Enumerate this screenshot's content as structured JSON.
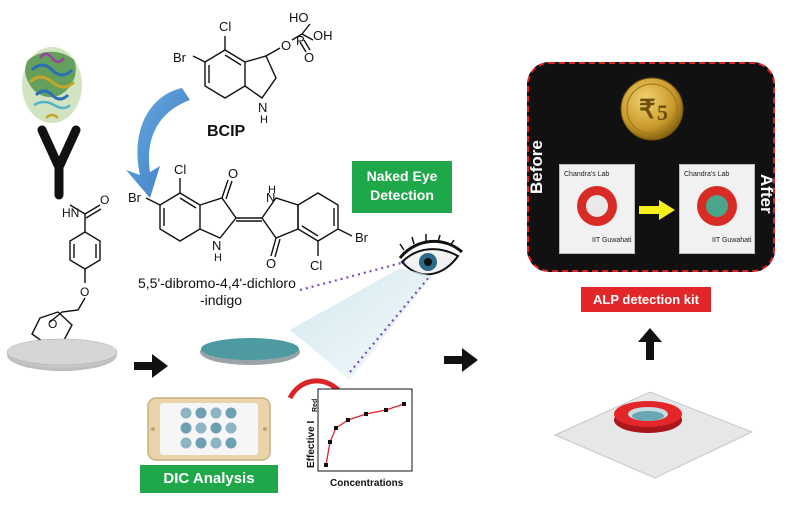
{
  "chem": {
    "bcip_name": "BCIP",
    "product_line1": "5,5'-dibromo-4,4'-dichloro",
    "product_line2": "-indigo",
    "atoms": {
      "cl": "Cl",
      "br": "Br",
      "nh": "H",
      "n": "N",
      "o": "O",
      "p": "P",
      "ho": "HO",
      "oh": "OH",
      "hn": "HN"
    }
  },
  "labels": {
    "naked_eye_line1": "Naked Eye",
    "naked_eye_line2": "Detection",
    "dic_analysis": "DIC Analysis",
    "alp_kit": "ALP detection kit"
  },
  "kit": {
    "before": "Before",
    "after": "After",
    "card_lab": "Chandra's Lab",
    "card_inst": "IIT Guwahati"
  },
  "plot": {
    "ylabel": "Effective I",
    "ylabel_sub": "Red",
    "xlabel": "Concentrations"
  },
  "colors": {
    "green": "#1fa84a",
    "red": "#e3262a",
    "blue_arrow": "#4a8fd0",
    "teal": "#4d9aa1"
  }
}
